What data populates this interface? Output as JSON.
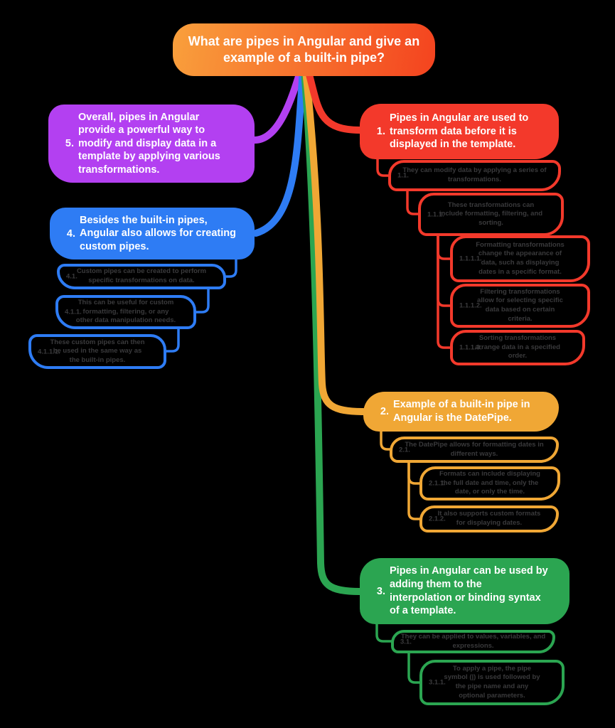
{
  "colors": {
    "background": "#000000",
    "branch1_red": "#F3392B",
    "branch2_yellow": "#F0A735",
    "branch3_green": "#2BA551",
    "branch4_blue": "#2E7CF4",
    "branch5_purple": "#B340F1",
    "root_gradient_start": "#F9A03C",
    "root_gradient_end": "#F4431F",
    "main_node_text": "#FFFFFF",
    "child_node_text": "#3A3A3C"
  },
  "nodes": {
    "root": {
      "number": "",
      "text": "What are pipes in Angular and give an\nexample of a built-in pipe?"
    },
    "n1": {
      "number": "1.",
      "text": "Pipes in Angular are used to\ntransform data before it is\ndisplayed in the template."
    },
    "n1_1": {
      "number": "1.1.",
      "text": "They can modify data by applying a series of\ntransformations."
    },
    "n1_1_1": {
      "number": "1.1.1.",
      "text": "These transformations can\ninclude formatting, filtering, and\nsorting."
    },
    "n1_1_1_1": {
      "number": "1.1.1.1.",
      "text": "Formatting transformations\nchange the appearance of\ndata, such as displaying\ndates in a specific format."
    },
    "n1_1_1_2": {
      "number": "1.1.1.2.",
      "text": "Filtering transformations\nallow for selecting specific\ndata based on certain\ncriteria."
    },
    "n1_1_1_3": {
      "number": "1.1.1.3.",
      "text": "Sorting transformations\narrange data in a specified\norder."
    },
    "n2": {
      "number": "2.",
      "text": "Example of a built-in pipe in\nAngular is the DatePipe."
    },
    "n2_1": {
      "number": "2.1.",
      "text": "The DatePipe allows for formatting dates in\ndifferent ways."
    },
    "n2_1_1": {
      "number": "2.1.1.",
      "text": "Formats can include displaying\nthe full date and time, only the\ndate, or only the time."
    },
    "n2_1_2": {
      "number": "2.1.2.",
      "text": "It also supports custom formats\nfor displaying dates."
    },
    "n3": {
      "number": "3.",
      "text": "Pipes in Angular can be used by\nadding them to the\ninterpolation or binding syntax\nof a template."
    },
    "n3_1": {
      "number": "3.1.",
      "text": "They can be applied to values, variables, and\nexpressions."
    },
    "n3_1_1": {
      "number": "3.1.1.",
      "text": "To apply a pipe, the pipe\nsymbol (|) is used followed by\nthe pipe name and any\noptional parameters."
    },
    "n4": {
      "number": "4.",
      "text": "Besides the built-in pipes,\nAngular also allows for creating\ncustom pipes."
    },
    "n4_1": {
      "number": "4.1.",
      "text": "Custom pipes can be created to perform\nspecific transformations on data."
    },
    "n4_1_1": {
      "number": "4.1.1.",
      "text": "This can be useful for custom\nformatting, filtering, or any\nother data manipulation needs."
    },
    "n4_1_1_1": {
      "number": "4.1.1.1.",
      "text": "These custom pipes can then\nbe used in the same way as\nthe built-in pipes."
    },
    "n5": {
      "number": "5.",
      "text": "Overall, pipes in Angular\nprovide a powerful way to\nmodify and display data in a\ntemplate by applying various\ntransformations."
    }
  }
}
